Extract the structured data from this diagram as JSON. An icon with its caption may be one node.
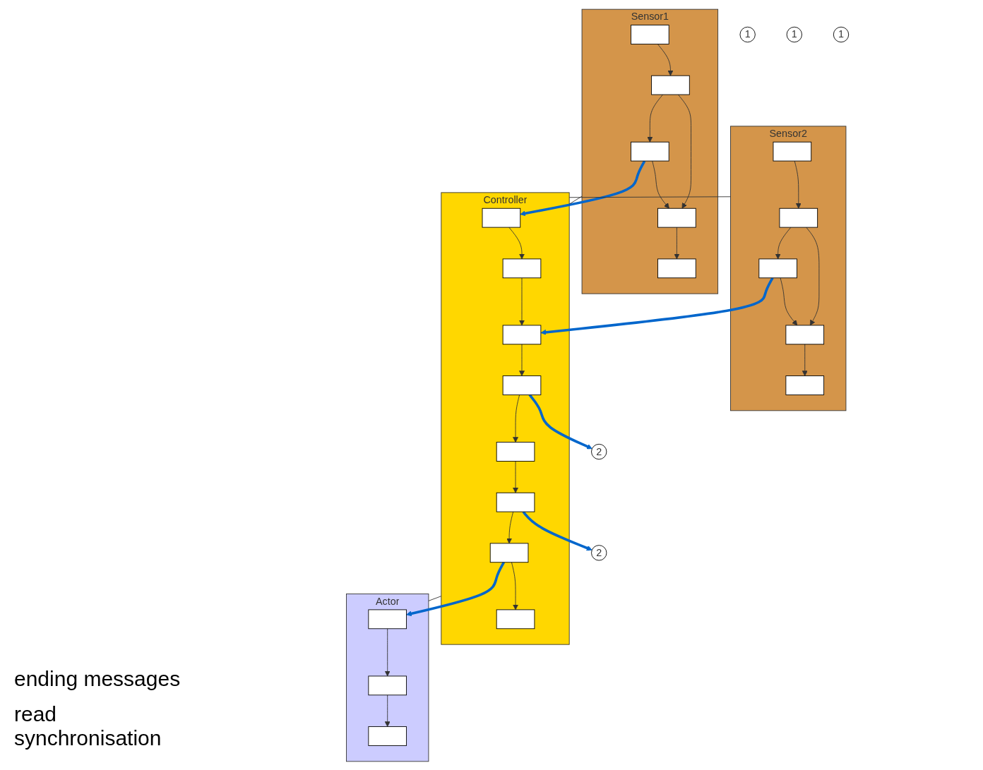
{
  "diagram": {
    "nodes": [
      {
        "text": [
          "Sensor1"
        ]
      },
      {
        "text": [],
        "shape": "box",
        "in": 0
      },
      {
        "text": [],
        "shape": "box",
        "in": 0
      },
      {
        "text": [],
        "shape": "box",
        "in": 0
      },
      {
        "text": [],
        "shape": "box",
        "in": 0
      },
      {
        "text": [],
        "shape": "box",
        "in": 0
      },
      {
        "text": [
          "Sensor2"
        ]
      },
      {
        "text": [],
        "shape": "box",
        "in": 6
      },
      {
        "text": [],
        "shape": "box",
        "in": 6
      },
      {
        "text": [],
        "shape": "box",
        "in": 6
      },
      {
        "text": [],
        "shape": "box",
        "in": 6
      },
      {
        "text": [],
        "shape": "box",
        "in": 6
      },
      {
        "text": [
          "Controller"
        ]
      },
      {
        "text": [],
        "shape": "box",
        "in": 12
      },
      {
        "text": [],
        "shape": "box",
        "in": 12
      },
      {
        "text": [],
        "shape": "box",
        "in": 12
      },
      {
        "text": [],
        "shape": "box",
        "in": 12
      },
      {
        "text": [],
        "shape": "box",
        "in": 12
      },
      {
        "text": [],
        "shape": "box",
        "in": 12
      },
      {
        "text": [],
        "shape": "box",
        "in": 12
      },
      {
        "text": [],
        "shape": "box",
        "in": 12
      },
      {
        "text": [
          "Actor"
        ]
      },
      {
        "text": [],
        "shape": "box",
        "in": 21
      },
      {
        "text": [],
        "shape": "box",
        "in": 21
      },
      {
        "text": [],
        "shape": "box",
        "in": 21
      },
      {
        "text": [
          "1"
        ]
      },
      {
        "text": [
          "1"
        ]
      },
      {
        "text": [
          "2"
        ]
      },
      {
        "text": [
          "1"
        ]
      },
      {
        "text": [
          "2"
        ]
      }
    ],
    "edges": [
      {
        "from": 1,
        "to": 2,
        "arrow": "to"
      },
      {
        "from": 2,
        "to": 3,
        "arrow": "to"
      },
      {
        "from": 2,
        "to": 4,
        "arrow": "to"
      },
      {
        "from": 3,
        "to": 4,
        "arrow": "to"
      },
      {
        "from": 4,
        "to": 5,
        "arrow": "to"
      },
      {
        "from": 7,
        "to": 8,
        "arrow": "to"
      },
      {
        "from": 8,
        "to": 9,
        "arrow": "to"
      },
      {
        "from": 8,
        "to": 10,
        "arrow": "to"
      },
      {
        "from": 9,
        "to": 10,
        "arrow": "to"
      },
      {
        "from": 10,
        "to": 11,
        "arrow": "to"
      },
      {
        "from": 13,
        "to": 14,
        "arrow": "to"
      },
      {
        "from": 14,
        "to": 15,
        "arrow": "to"
      },
      {
        "from": 15,
        "to": 16,
        "arrow": "to"
      },
      {
        "from": 16,
        "to": 17,
        "arrow": "to"
      },
      {
        "from": 17,
        "to": 18,
        "arrow": "to"
      },
      {
        "from": 18,
        "to": 19,
        "arrow": "to"
      },
      {
        "from": 19,
        "to": 20,
        "arrow": "to"
      },
      {
        "from": 22,
        "to": 23,
        "arrow": "to"
      },
      {
        "from": 23,
        "to": 24,
        "arrow": "to"
      },
      {
        "from": 0,
        "to": 12,
        "arrow": "none"
      },
      {
        "from": 6,
        "to": 12,
        "arrow": "none"
      },
      {
        "from": 12,
        "to": 21,
        "arrow": "none"
      },
      {
        "from": 3,
        "to": 13,
        "arrow": "to",
        "style": "thick",
        "color": "#0066cc"
      },
      {
        "from": 9,
        "to": 15,
        "arrow": "to",
        "style": "thick",
        "color": "#0066cc"
      },
      {
        "from": 16,
        "to": 27,
        "arrow": "to",
        "style": "thick",
        "color": "#0066cc"
      },
      {
        "from": 18,
        "to": 29,
        "arrow": "to",
        "style": "thick",
        "color": "#0066cc"
      },
      {
        "from": 19,
        "to": 22,
        "arrow": "to",
        "style": "thick",
        "color": "#0066cc"
      }
    ],
    "labels": [
      "ending messages",
      "read synchronisation"
    ]
  }
}
